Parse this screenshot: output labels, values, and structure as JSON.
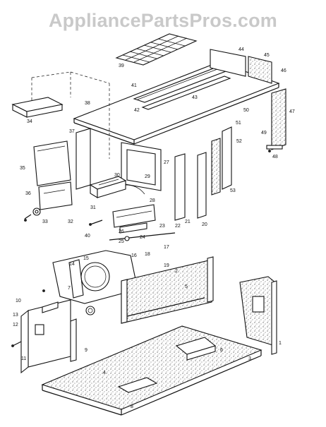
{
  "watermark": "AppliancePartsPros.com",
  "callouts": [
    "39",
    "41",
    "42",
    "43",
    "44",
    "45",
    "46",
    "47",
    "49",
    "48",
    "50",
    "51",
    "38",
    "37",
    "34",
    "35",
    "36",
    "33",
    "32",
    "31",
    "30",
    "29",
    "28",
    "27",
    "26",
    "25",
    "24",
    "23",
    "22",
    "21",
    "20",
    "19",
    "18",
    "17",
    "16",
    "15",
    "14",
    "13",
    "12",
    "11",
    "10",
    "9",
    "8",
    "7",
    "6",
    "5",
    "4",
    "3",
    "2",
    "1",
    "52",
    "53",
    "40"
  ]
}
